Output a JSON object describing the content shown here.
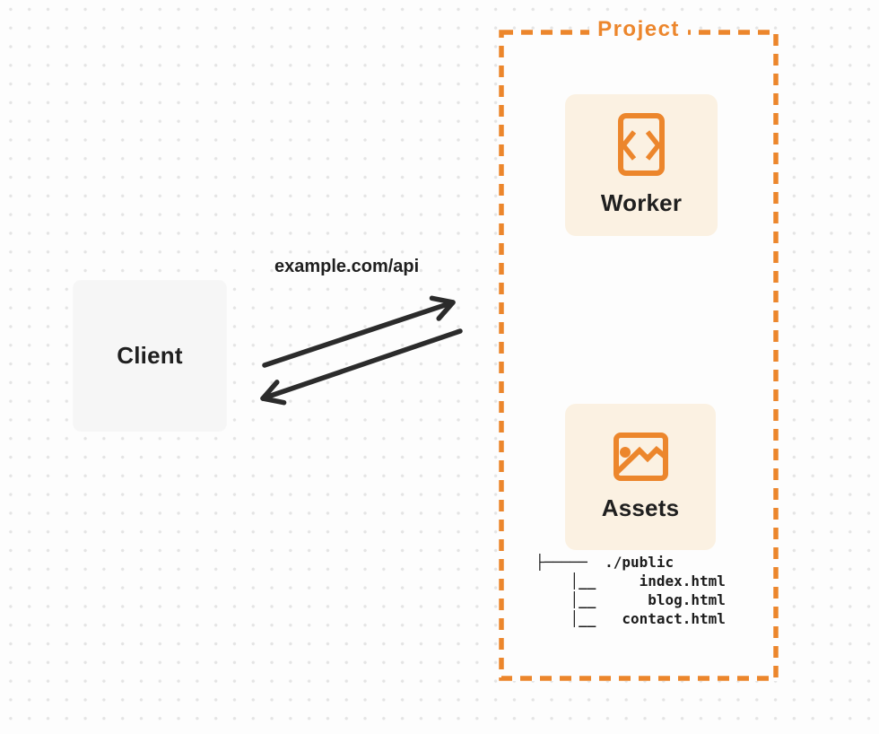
{
  "palette": {
    "orange": "#EC862C",
    "cream": "#FBF1E2",
    "client-bg": "#F6F6F6",
    "ink": "#262626",
    "text": "#1F1F1F",
    "page": "#FDFDFD",
    "dot": "#E4E4E4"
  },
  "client": {
    "label": "Client"
  },
  "request": {
    "url_label": "example.com/api"
  },
  "project": {
    "label": "Project",
    "worker": {
      "label": "Worker",
      "icon": "code-file-icon"
    },
    "assets": {
      "label": "Assets",
      "icon": "image-icon",
      "file_tree": {
        "root": "./public",
        "files": [
          "index.html",
          "blog.html",
          "contact.html"
        ],
        "lines": [
          "├─────  ./public",
          "    │__     index.html",
          "    │__      blog.html",
          "    │__   contact.html"
        ]
      }
    }
  }
}
